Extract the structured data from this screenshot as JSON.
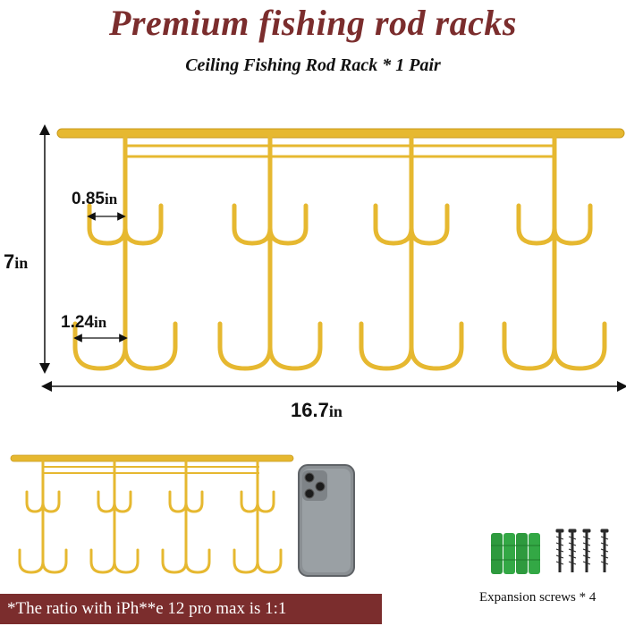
{
  "header": {
    "title": "Premium fishing rod racks",
    "subtitle": "Ceiling Fishing Rod Rack * 1 Pair"
  },
  "dimensions": {
    "small_hook": {
      "value": "0.85",
      "unit": "in"
    },
    "large_hook": {
      "value": "1.24",
      "unit": "in"
    },
    "height": {
      "value": "7",
      "unit": "in"
    },
    "width": {
      "value": "16.7",
      "unit": "in"
    }
  },
  "footer": {
    "ratio_note": "*The ratio with iPh**e 12 pro max is 1:1",
    "screws_label": "Expansion screws * 4"
  },
  "colors": {
    "brand": "#7b2d2d",
    "rack_gold": "#e6b830",
    "rack_gold_dark": "#c99a1c",
    "anchor_green": "#2e9a3e"
  }
}
